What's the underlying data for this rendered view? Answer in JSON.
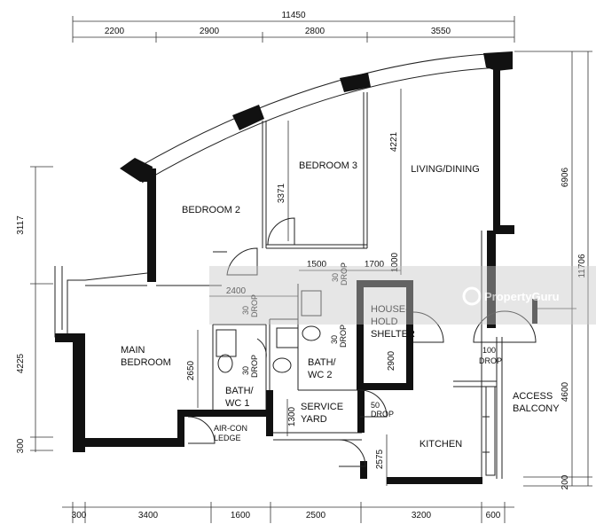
{
  "rooms": {
    "bedroom2": "BEDROOM 2",
    "bedroom3": "BEDROOM 3",
    "living": "LIVING/DINING",
    "main1": "MAIN",
    "main2": "BEDROOM",
    "bath1a": "BATH/",
    "bath1b": "WC 1",
    "bath2a": "BATH/",
    "bath2b": "WC 2",
    "aircon1": "AIR-CON",
    "aircon2": "LEDGE",
    "service1": "SERVICE",
    "service2": "YARD",
    "shelter1": "HOUSE-",
    "shelter2": "HOLD",
    "shelter3": "SHELTER",
    "kitchen": "KITCHEN",
    "access1": "ACCESS",
    "access2": "BALCONY"
  },
  "drops": {
    "d30": "30",
    "word": "DROP",
    "d50": "50",
    "d100": "100"
  },
  "dims": {
    "overall_top": "11450",
    "top": [
      "2200",
      "2900",
      "2800",
      "3550"
    ],
    "bottom": [
      "300",
      "3400",
      "1600",
      "2500",
      "3200",
      "600"
    ],
    "left": [
      "3117",
      "4225",
      "300"
    ],
    "right": [
      "6906",
      "11706",
      "4600",
      "200"
    ],
    "inner": {
      "d4221": "4221",
      "d3371": "3371",
      "d1500": "1500",
      "d1700": "1700",
      "d1000": "1000",
      "d2400": "2400",
      "d2650": "2650",
      "d2900": "2900",
      "d1300": "1300",
      "d2575": "2575"
    }
  },
  "watermark": "PropertyGuru"
}
